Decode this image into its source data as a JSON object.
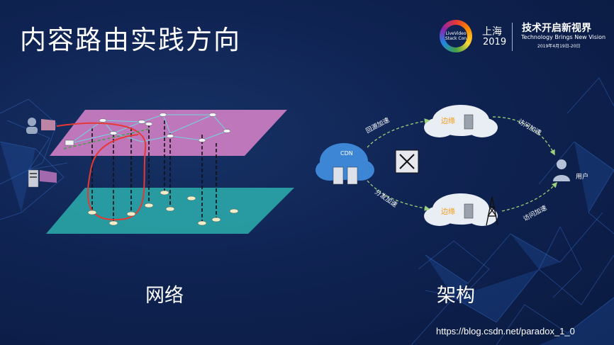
{
  "slide": {
    "title": "内容路由实践方向",
    "logo_text": "LiveVideo Stack Con",
    "city": "上海",
    "year": "2019",
    "slogan": "技术开启新视界",
    "slogan_en": "Technology Brings New Vision",
    "date": "2019年4月19日-20日"
  },
  "diagram_network": {
    "caption": "网络"
  },
  "diagram_arch": {
    "caption": "架构",
    "cdn_label": "CDN",
    "edge_top_label": "边缘",
    "edge_bottom_label": "边缘",
    "user_label": "用户",
    "arrow_origin_label": "回源加速",
    "arrow_distribute_label": "分发加速",
    "arrow_access_top_label": "访问加速",
    "arrow_access_bottom_label": "访问加速"
  },
  "watermark": "https://blog.csdn.net/paradox_1_0",
  "colors": {
    "background": "#0f2352",
    "pink_plane": "#c77bc0",
    "teal_plane": "#2aa7a8",
    "cloud": "#e9eef4",
    "cdn_cloud": "#3d86d6",
    "edge_text": "#f39c12",
    "accent_red": "#e53935"
  }
}
